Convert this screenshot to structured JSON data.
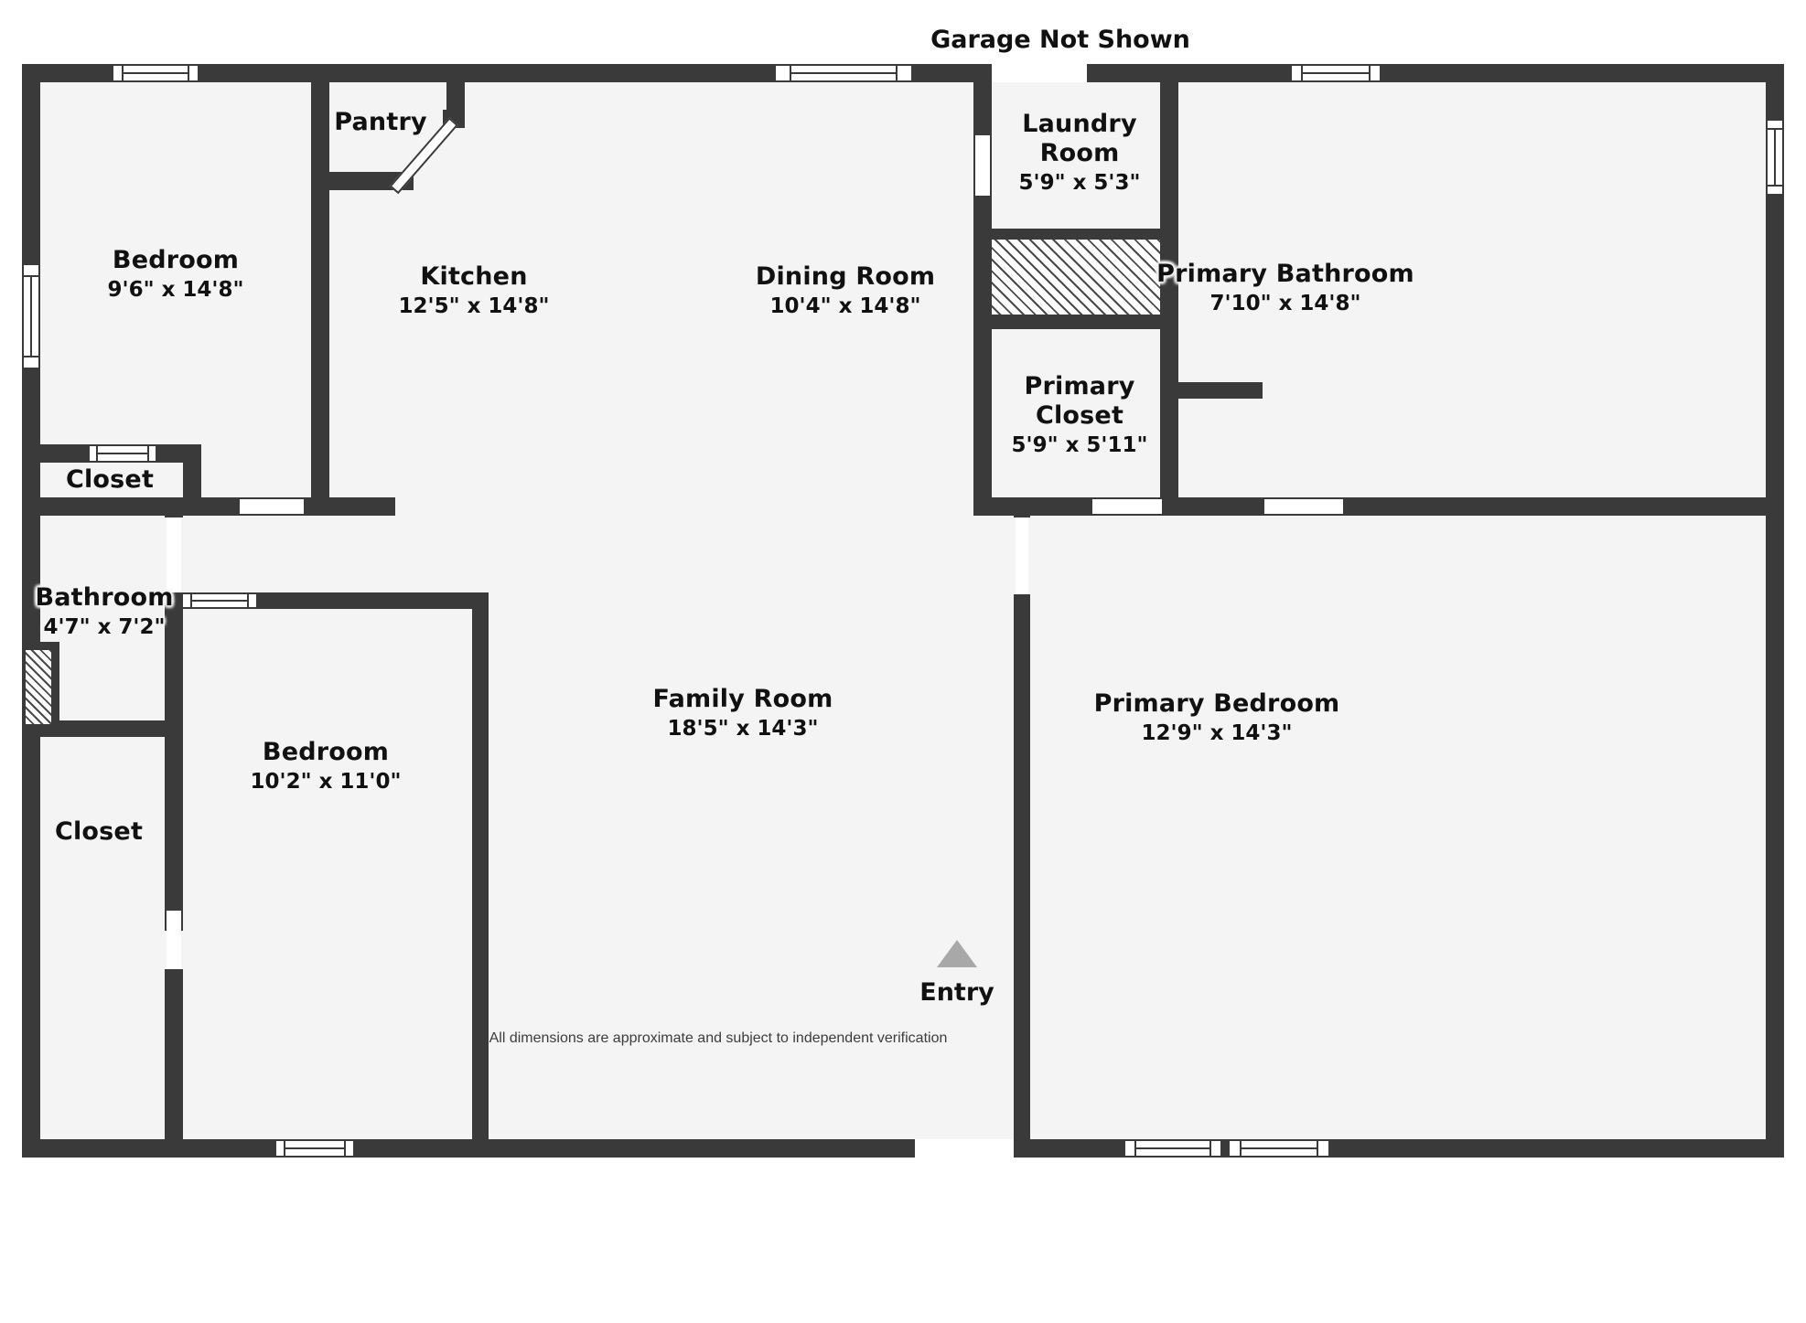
{
  "plan": {
    "header_note": "Garage Not Shown",
    "entry_label": "Entry",
    "footer_note": "All dimensions are approximate and subject to independent verification",
    "wall_color": "#3a3a3a",
    "floor_color": "#f4f4f4",
    "page_background": "#ffffff",
    "entry_arrow_color": "#a8a8a8"
  },
  "rooms": [
    {
      "id": "bedroom-1",
      "name": "Bedroom",
      "dimensions": "9'6\" x 14'8\""
    },
    {
      "id": "pantry",
      "name": "Pantry",
      "dimensions": ""
    },
    {
      "id": "kitchen",
      "name": "Kitchen",
      "dimensions": "12'5\" x 14'8\""
    },
    {
      "id": "dining-room",
      "name": "Dining Room",
      "dimensions": "10'4\" x 14'8\""
    },
    {
      "id": "laundry-room",
      "name": "Laundry Room",
      "dimensions": "5'9\" x 5'3\""
    },
    {
      "id": "primary-bathroom",
      "name": "Primary Bathroom",
      "dimensions": "7'10\" x 14'8\""
    },
    {
      "id": "primary-closet",
      "name": "Primary Closet",
      "dimensions": "5'9\" x 5'11\""
    },
    {
      "id": "closet-upper",
      "name": "Closet",
      "dimensions": ""
    },
    {
      "id": "bathroom",
      "name": "Bathroom",
      "dimensions": "4'7\" x 7'2\""
    },
    {
      "id": "closet-lower",
      "name": "Closet",
      "dimensions": ""
    },
    {
      "id": "bedroom-2",
      "name": "Bedroom",
      "dimensions": "10'2\" x 11'0\""
    },
    {
      "id": "family-room",
      "name": "Family Room",
      "dimensions": "18'5\" x 14'3\""
    },
    {
      "id": "primary-bedroom",
      "name": "Primary Bedroom",
      "dimensions": "12'9\" x 14'3\""
    }
  ]
}
